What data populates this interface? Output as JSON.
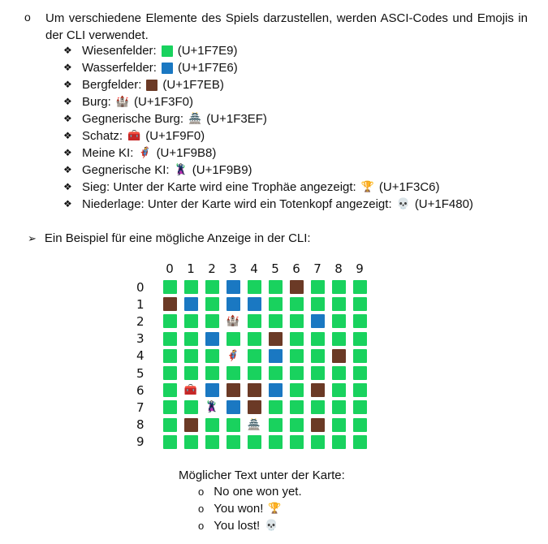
{
  "colors": {
    "grass": "#19d25e",
    "water": "#1a78c2",
    "mountain": "#6b3a26"
  },
  "intro": {
    "bullet": "o",
    "text": "Um verschiedene Elemente des Spiels darzustellen, werden ASCI-Codes und Emojis in der CLI verwendet."
  },
  "legend": [
    {
      "label": "Wiesenfelder:",
      "kind": "tile",
      "tile": "grass",
      "code": "(U+1F7E9)"
    },
    {
      "label": "Wasserfelder:",
      "kind": "tile",
      "tile": "water",
      "code": "(U+1F7E6)"
    },
    {
      "label": "Bergfelder:",
      "kind": "tile",
      "tile": "mountain",
      "code": "(U+1F7EB)"
    },
    {
      "label": "Burg:",
      "kind": "emoji",
      "icon": "castle-icon",
      "glyph": "🏰",
      "code": "(U+1F3F0)"
    },
    {
      "label": "Gegnerische Burg:",
      "kind": "emoji",
      "icon": "japanese-castle-icon",
      "glyph": "🏯",
      "code": "(U+1F3EF)"
    },
    {
      "label": "Schatz:",
      "kind": "emoji",
      "icon": "toolbox-icon",
      "glyph": "🧰",
      "code": "(U+1F9F0)"
    },
    {
      "label": "Meine KI:",
      "kind": "emoji",
      "icon": "man-superhero-icon",
      "glyph": "🦸",
      "code": "(U+1F9B8)"
    },
    {
      "label": "Gegnerische KI:",
      "kind": "emoji",
      "icon": "man-supervillain-icon",
      "glyph": "🦹",
      "code": "(U+1F9B9)"
    },
    {
      "label": "Sieg: Unter der Karte wird eine Trophäe angezeigt:",
      "kind": "emoji",
      "icon": "trophy-icon",
      "glyph": "🏆",
      "code": "(U+1F3C6)"
    },
    {
      "label": "Niederlage: Unter der Karte wird ein Totenkopf angezeigt:",
      "kind": "emoji",
      "icon": "skull-icon",
      "glyph": "💀",
      "code": "(U+1F480)"
    }
  ],
  "example_heading": "Ein Beispiel für eine mögliche Anzeige in der CLI:",
  "map": {
    "col_labels": [
      "0",
      "1",
      "2",
      "3",
      "4",
      "5",
      "6",
      "7",
      "8",
      "9"
    ],
    "row_labels": [
      "0",
      "1",
      "2",
      "3",
      "4",
      "5",
      "6",
      "7",
      "8",
      "9"
    ],
    "rows": [
      [
        "G",
        "G",
        "G",
        "W",
        "G",
        "G",
        "M",
        "G",
        "G",
        "G"
      ],
      [
        "M",
        "W",
        "G",
        "W",
        "W",
        "G",
        "G",
        "G",
        "G",
        "G"
      ],
      [
        "G",
        "G",
        "G",
        "C",
        "G",
        "G",
        "G",
        "W",
        "G",
        "G"
      ],
      [
        "G",
        "G",
        "W",
        "G",
        "G",
        "M",
        "G",
        "G",
        "G",
        "G"
      ],
      [
        "G",
        "G",
        "G",
        "P",
        "G",
        "W",
        "G",
        "G",
        "M",
        "G"
      ],
      [
        "G",
        "G",
        "G",
        "G",
        "G",
        "G",
        "G",
        "G",
        "G",
        "G"
      ],
      [
        "G",
        "T",
        "W",
        "M",
        "M",
        "W",
        "G",
        "M",
        "G",
        "G"
      ],
      [
        "G",
        "G",
        "E",
        "W",
        "M",
        "G",
        "G",
        "G",
        "G",
        "G"
      ],
      [
        "G",
        "M",
        "G",
        "G",
        "X",
        "G",
        "G",
        "M",
        "G",
        "G"
      ],
      [
        "G",
        "G",
        "G",
        "G",
        "G",
        "G",
        "G",
        "G",
        "G",
        "G"
      ]
    ],
    "legend_keys": {
      "G": "grass",
      "W": "water",
      "M": "mountain",
      "C": "🏰",
      "X": "🏯",
      "T": "🧰",
      "P": "🦸",
      "E": "🦹"
    }
  },
  "caption": "Möglicher Text unter der Karte:",
  "messages": [
    {
      "bullet": "o",
      "text": "No one won yet.",
      "glyph": ""
    },
    {
      "bullet": "o",
      "text": "You won!",
      "glyph": "🏆"
    },
    {
      "bullet": "o",
      "text": "You lost!",
      "glyph": "💀"
    }
  ]
}
